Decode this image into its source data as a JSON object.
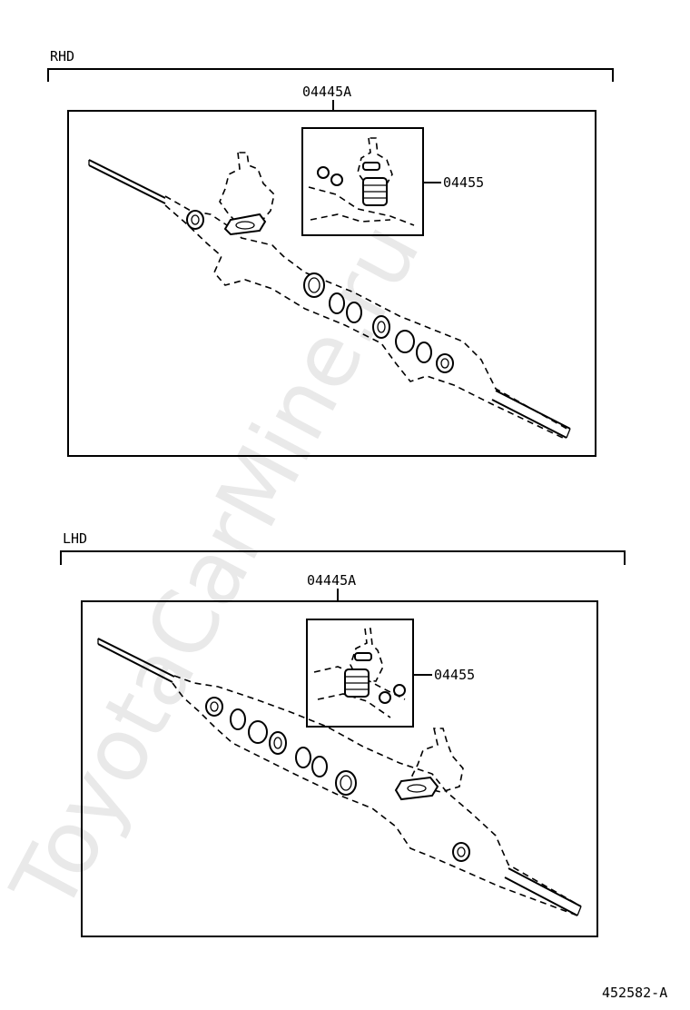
{
  "watermark": "ToyotaCarMine.ru",
  "figure_code": "452582-A",
  "sections": [
    {
      "heading": "RHD",
      "kit_label": "04445A",
      "subkit_label": "04455"
    },
    {
      "heading": "LHD",
      "kit_label": "04445A",
      "subkit_label": "04455"
    }
  ]
}
